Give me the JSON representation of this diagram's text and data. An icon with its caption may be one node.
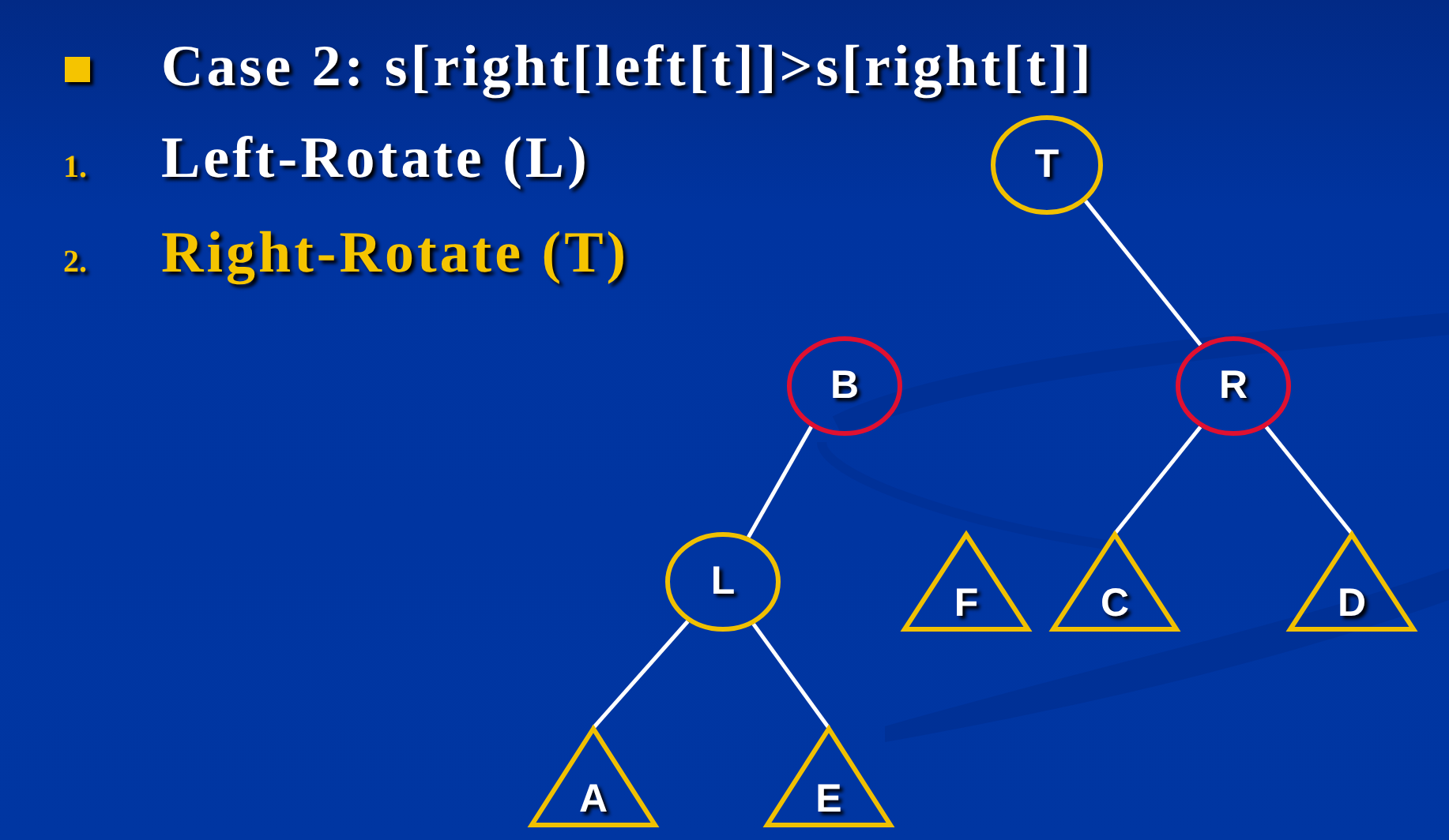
{
  "diagram": {
    "nodes": [
      {
        "text": [
          "T"
        ]
      },
      {
        "text": [
          "B"
        ]
      },
      {
        "text": [
          "R"
        ]
      },
      {
        "text": [
          "L"
        ]
      },
      {
        "text": [
          "F"
        ]
      },
      {
        "text": [
          "C"
        ]
      },
      {
        "text": [
          "D"
        ]
      },
      {
        "text": [
          "A"
        ]
      },
      {
        "text": [
          "E"
        ]
      }
    ],
    "edges": [
      {
        "from": 0,
        "to": 2,
        "arrow": "none"
      },
      {
        "from": 1,
        "to": 3,
        "arrow": "none"
      },
      {
        "from": 2,
        "to": 5,
        "arrow": "none"
      },
      {
        "from": 2,
        "to": 6,
        "arrow": "none"
      },
      {
        "from": 3,
        "to": 7,
        "arrow": "none"
      },
      {
        "from": 3,
        "to": 8,
        "arrow": "none"
      }
    ],
    "labels": [
      "Case 2: s[right[left[t]]>s[right[t]]",
      "1.",
      "Left-Rotate (L)",
      "2.",
      "Right-Rotate (T)"
    ]
  }
}
